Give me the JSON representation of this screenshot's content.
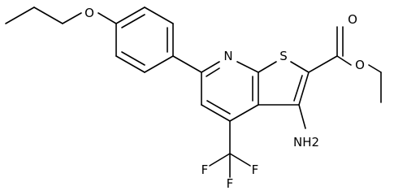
{
  "molecule": {
    "atoms": {
      "O_ether": "O",
      "N_ring": "N",
      "S_ring": "S",
      "O_carbonyl": "O",
      "O_ester": "O",
      "NH2": "NH2",
      "F1": "F",
      "F2": "F",
      "F3": "F"
    }
  },
  "colors": {
    "bond": "#000000",
    "label": "#000000",
    "background": "#ffffff"
  }
}
